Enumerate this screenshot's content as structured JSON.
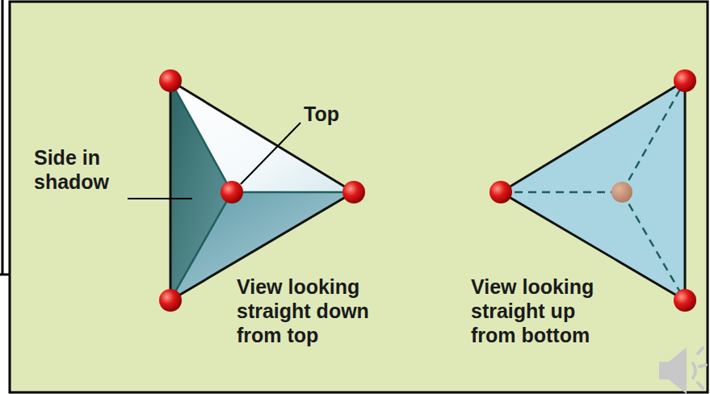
{
  "diagram": {
    "labels": [
      "Top",
      "Side in shadow",
      "View looking straight down from top",
      "View looking straight up from bottom"
    ]
  }
}
